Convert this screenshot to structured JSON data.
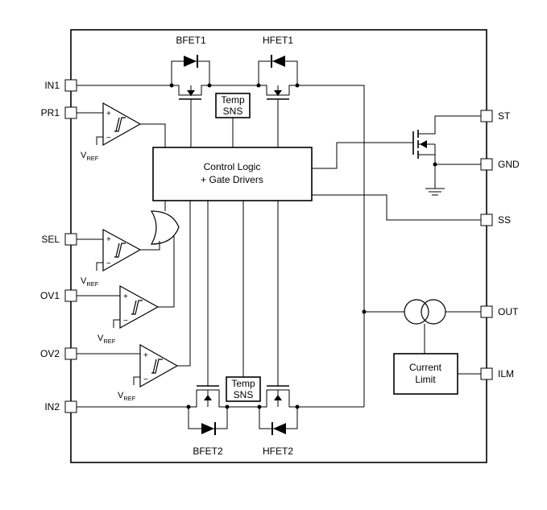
{
  "pins_left": {
    "in1": "IN1",
    "pr1": "PR1",
    "sel": "SEL",
    "ov1": "OV1",
    "ov2": "OV2",
    "in2": "IN2"
  },
  "pins_right": {
    "st": "ST",
    "gnd": "GND",
    "ss": "SS",
    "out": "OUT",
    "ilm": "ILM"
  },
  "fets": {
    "bfet1": "BFET1",
    "hfet1": "HFET1",
    "bfet2": "BFET2",
    "hfet2": "HFET2"
  },
  "temp_sns": {
    "line1": "Temp",
    "line2": "SNS"
  },
  "control_logic": {
    "line1": "Control Logic",
    "line2": "+ Gate Drivers"
  },
  "current_limit": {
    "line1": "Current",
    "line2": "Limit"
  },
  "vref": {
    "main": "V",
    "sub": "REF"
  },
  "comparator_signs": {
    "plus": "+",
    "minus": "−"
  }
}
